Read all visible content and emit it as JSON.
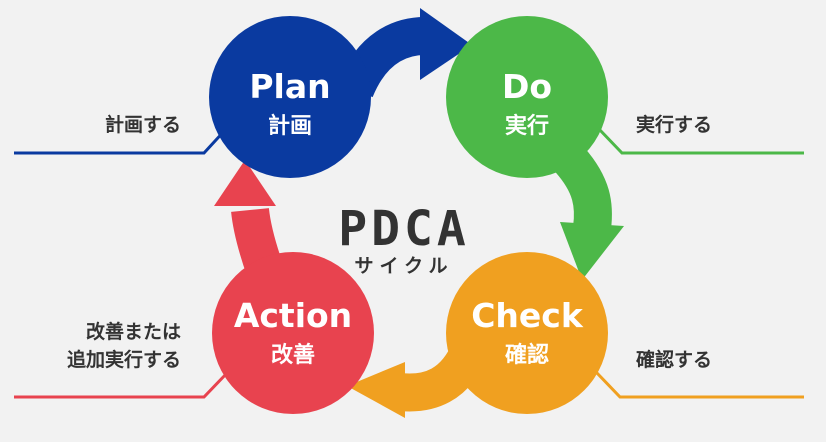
{
  "center": {
    "title": "PDCA",
    "subtitle": "サイクル"
  },
  "steps": [
    {
      "en": "Plan",
      "ja": "計画",
      "note": [
        "計画する"
      ],
      "color": "#0a3aa0"
    },
    {
      "en": "Do",
      "ja": "実行",
      "note": [
        "実行する"
      ],
      "color": "#4cb848"
    },
    {
      "en": "Check",
      "ja": "確認",
      "note": [
        "確認する"
      ],
      "color": "#f0a020"
    },
    {
      "en": "Action",
      "ja": "改善",
      "note": [
        "改善または",
        "追加実行する"
      ],
      "color": "#e8434f"
    }
  ]
}
